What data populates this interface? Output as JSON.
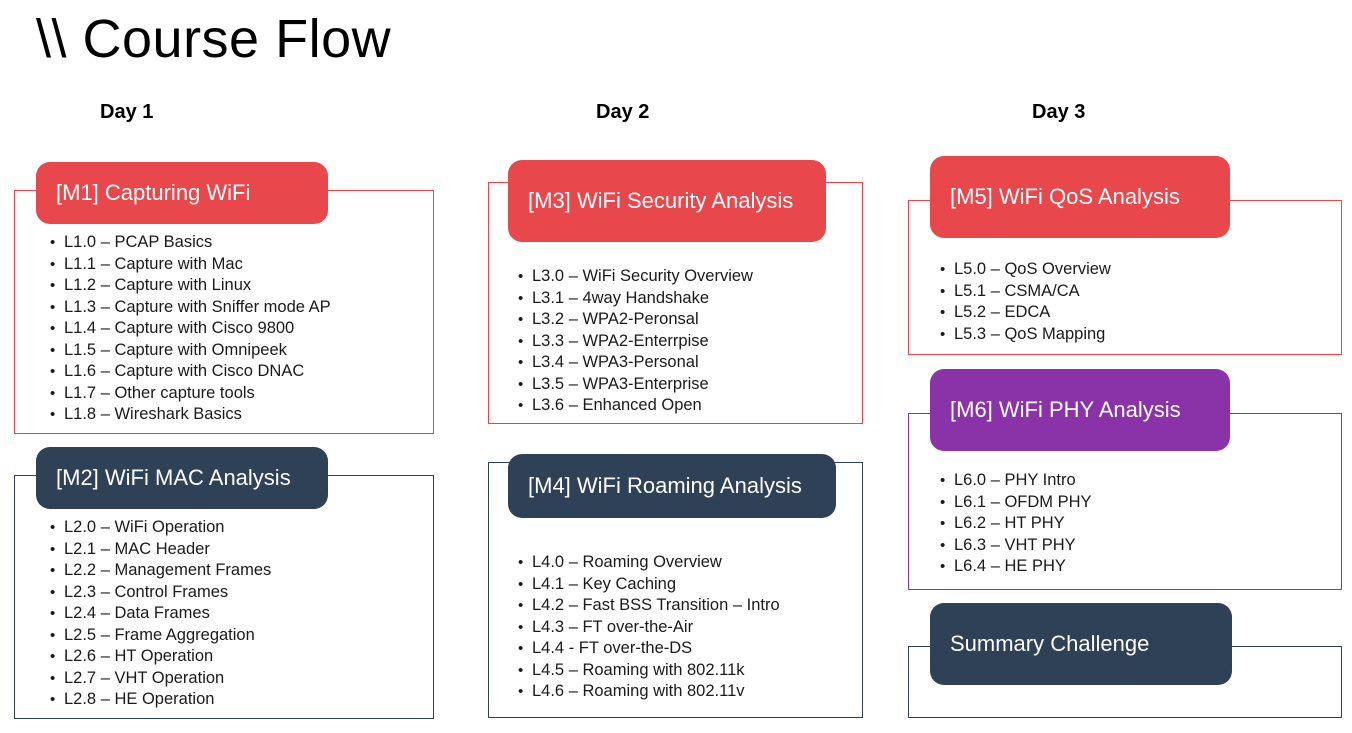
{
  "title": "\\\\ Course Flow",
  "colors": {
    "red": "#E8484C",
    "navy": "#2E4156",
    "purple": "#8A33A8",
    "text": "#1a1a1a",
    "background": "#ffffff"
  },
  "days": [
    {
      "label": "Day 1"
    },
    {
      "label": "Day 2"
    },
    {
      "label": "Day 3"
    }
  ],
  "modules": [
    {
      "id": "m1",
      "header": "[M1] Capturing WiFi",
      "color": "red",
      "day": "Day 1",
      "lessons": [
        "L1.0 – PCAP Basics",
        "L1.1 – Capture with Mac",
        "L1.2 – Capture with Linux",
        "L1.3 – Capture with Sniffer mode AP",
        "L1.4 – Capture with Cisco 9800",
        "L1.5 – Capture with Omnipeek",
        "L1.6 – Capture with Cisco DNAC",
        "L1.7 – Other capture tools",
        "L1.8 – Wireshark Basics"
      ]
    },
    {
      "id": "m2",
      "header": "[M2] WiFi MAC Analysis",
      "color": "navy",
      "day": "Day 1",
      "lessons": [
        "L2.0 – WiFi Operation",
        "L2.1 – MAC Header",
        "L2.2 – Management Frames",
        "L2.3 – Control Frames",
        "L2.4 – Data Frames",
        "L2.5 – Frame Aggregation",
        "L2.6 – HT Operation",
        "L2.7 – VHT Operation",
        "L2.8 – HE Operation"
      ]
    },
    {
      "id": "m3",
      "header": "[M3] WiFi Security Analysis",
      "color": "red",
      "day": "Day 2",
      "lessons": [
        "L3.0 – WiFi Security Overview",
        "L3.1 – 4way Handshake",
        "L3.2 – WPA2-Peronsal",
        "L3.3 – WPA2-Enterrpise",
        "L3.4 – WPA3-Personal",
        "L3.5 – WPA3-Enterprise",
        "L3.6 – Enhanced Open"
      ]
    },
    {
      "id": "m4",
      "header": "[M4] WiFi Roaming Analysis",
      "color": "navy",
      "day": "Day 2",
      "lessons": [
        "L4.0 – Roaming Overview",
        "L4.1 – Key Caching",
        "L4.2 – Fast BSS Transition – Intro",
        "L4.3 – FT over-the-Air",
        "L4.4 -  FT over-the-DS",
        "L4.5 – Roaming with 802.11k",
        "L4.6 – Roaming with 802.11v"
      ]
    },
    {
      "id": "m5",
      "header": "[M5] WiFi QoS Analysis",
      "color": "red",
      "day": "Day 3",
      "lessons": [
        "L5.0 – QoS Overview",
        "L5.1 – CSMA/CA",
        "L5.2 – EDCA",
        "L5.3 – QoS Mapping"
      ]
    },
    {
      "id": "m6",
      "header": "[M6] WiFi PHY Analysis",
      "color": "purple",
      "day": "Day 3",
      "lessons": [
        "L6.0 – PHY Intro",
        "L6.1 – OFDM PHY",
        "L6.2 – HT PHY",
        "L6.3 – VHT PHY",
        "L6.4 – HE PHY"
      ]
    },
    {
      "id": "summary",
      "header": "Summary Challenge",
      "color": "navy",
      "day": "Day 3",
      "lessons": []
    }
  ]
}
